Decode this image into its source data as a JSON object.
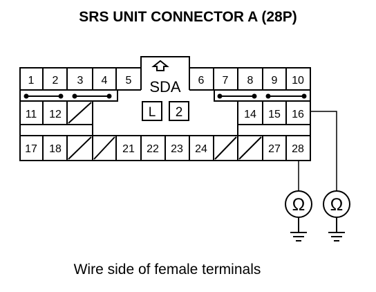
{
  "title": "SRS UNIT CONNECTOR A (28P)",
  "caption": "Wire side of female terminals",
  "connector_label": "SDA",
  "lock_markers": [
    "L",
    "2"
  ],
  "terminals": {
    "t1": "1",
    "t2": "2",
    "t3": "3",
    "t4": "4",
    "t5": "5",
    "t6": "6",
    "t7": "7",
    "t8": "8",
    "t9": "9",
    "t10": "10",
    "t11": "11",
    "t12": "12",
    "t14": "14",
    "t15": "15",
    "t16": "16",
    "t17": "17",
    "t18": "18",
    "t21": "21",
    "t22": "22",
    "t23": "23",
    "t24": "24",
    "t27": "27",
    "t28": "28"
  },
  "meter_symbol": "Ω",
  "icons": [
    "up-arrow-icon",
    "ohmmeter-icon",
    "ground-icon"
  ]
}
